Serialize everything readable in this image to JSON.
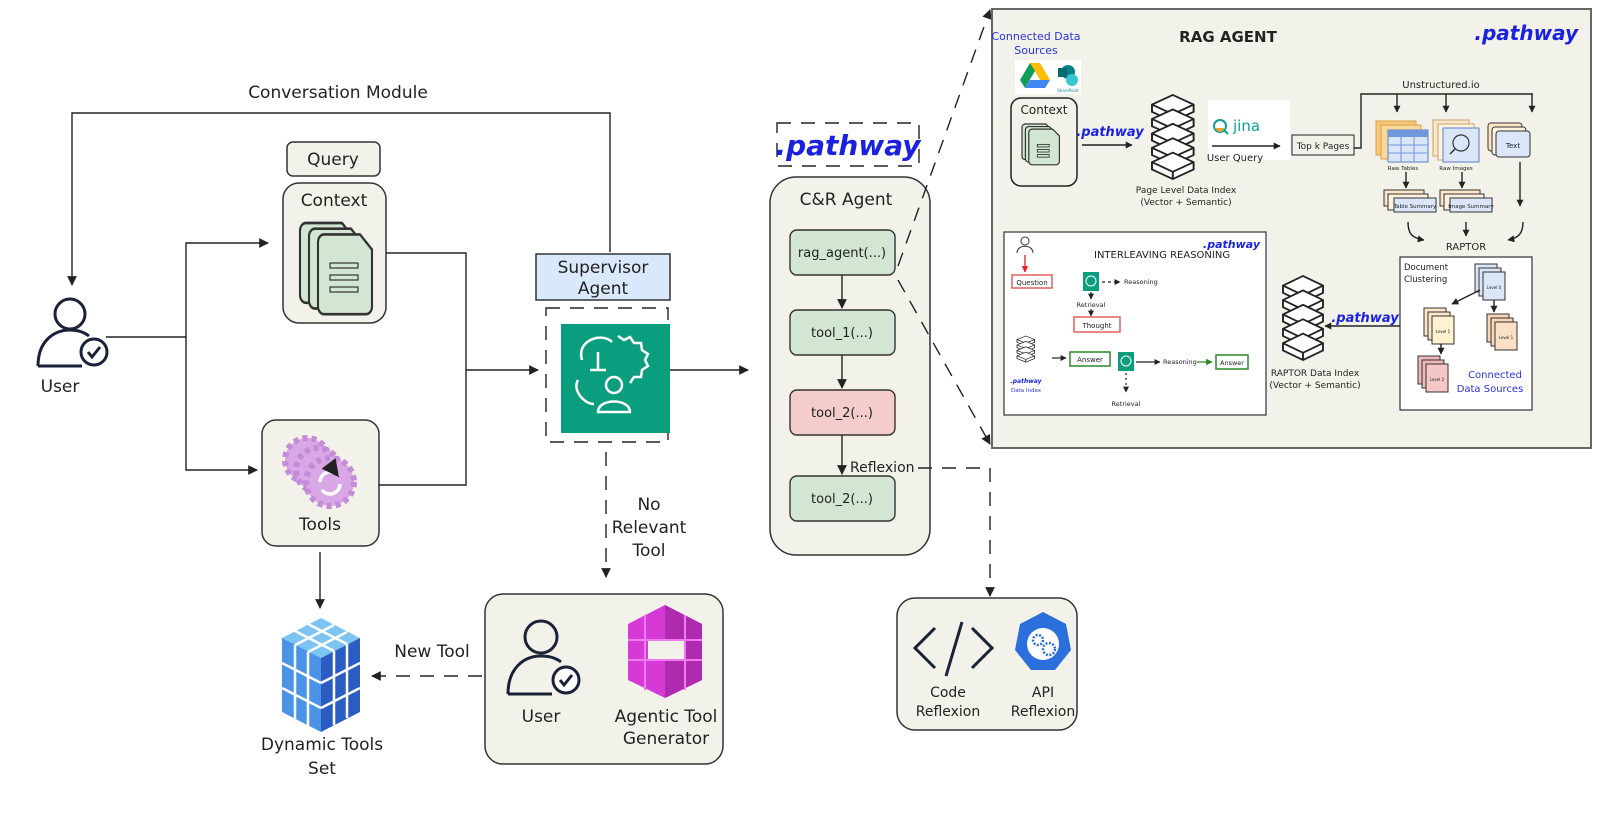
{
  "title": "Conversation Module",
  "left": {
    "user_label": "User",
    "query_label": "Query",
    "context_label": "Context",
    "tools_label": "Tools",
    "dynamic_tools_label_1": "Dynamic Tools",
    "dynamic_tools_label_2": "Set",
    "new_tool_label": "New Tool"
  },
  "supervisor": {
    "label_1": "Supervisor",
    "label_2": "Agent",
    "no_relevant_1": "No",
    "no_relevant_2": "Relevant",
    "no_relevant_3": "Tool"
  },
  "generator": {
    "user_label": "User",
    "generator_label_1": "Agentic Tool",
    "generator_label_2": "Generator"
  },
  "agent": {
    "brand": ".pathway",
    "title": "C&R Agent",
    "steps": [
      "rag_agent(...)",
      "tool_1(...)",
      "tool_2(...)",
      "tool_2(...)"
    ],
    "step_status": [
      "ok",
      "ok",
      "failed",
      "ok"
    ],
    "reflexion_label": "Reflexion"
  },
  "reflexion": {
    "code_1": "Code",
    "code_2": "Reflexion",
    "api_1": "API",
    "api_2": "Reflexion"
  },
  "rag": {
    "title": "RAG AGENT",
    "brand": ".pathway",
    "connected_1": "Connected Data",
    "connected_2": "Sources",
    "sharepoint": "SharePoint",
    "context_label": "Context",
    "pathway_arrow_brand": ".pathway",
    "jina": "jina",
    "user_query": "User Query",
    "page_index_1": "Page Level Data Index",
    "page_index_2": "(Vector + Semantic)",
    "top_k": "Top k Pages",
    "unstructured": "Unstructured.io",
    "raw_tables": "Raw Tables",
    "raw_images": "Raw Images",
    "text": "Text",
    "table_summary": "Table Summary",
    "image_summary": "Image Summary",
    "raptor": "RAPTOR",
    "doc_clustering_1": "Document",
    "doc_clustering_2": "Clustering",
    "level0": "Level 0",
    "level1a": "Level 1",
    "level1b": "Level 1",
    "level2": "Level 2",
    "connected_ds_1": "Connected",
    "connected_ds_2": "Data Sources",
    "raptor_brand": ".pathway",
    "raptor_index_1": "RAPTOR Data Index",
    "raptor_index_2": "(Vector + Semantic)"
  },
  "interleaving": {
    "title": "INTERLEAVING REASONING",
    "brand": ".pathway",
    "question": "Question",
    "reasoning1": "Reasoning",
    "retrieval1": "Retrieval",
    "thought": "Thought",
    "answer1": "Answer",
    "reasoning2": "Reasoning",
    "answer2": "Answer",
    "retrieval2": "Retrieval",
    "index_brand": ".pathway",
    "index_label": "Data Index"
  },
  "colors": {
    "panel_bg": "#f3f2ea",
    "step_ok": "#d3e6d3",
    "step_failed": "#f4cccc",
    "supervisor_bg": "#dae8fc",
    "teal": "#0a9e7f",
    "pathway_blue": "#1a22e0",
    "tools_purple": "#d9a6e6",
    "generator_magenta": "#d63ad6",
    "api_blue": "#2a6fdb"
  }
}
